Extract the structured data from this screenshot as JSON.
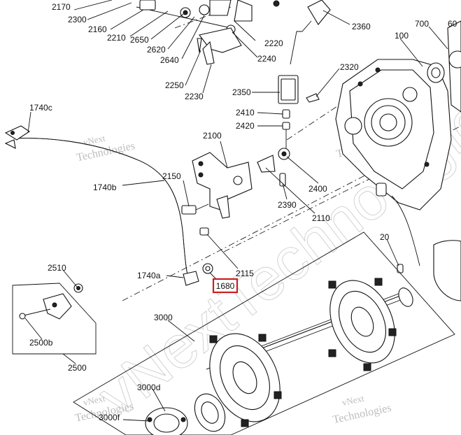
{
  "callouts": {
    "c2170": "2170",
    "c2300": "2300",
    "c2160": "2160",
    "c2210": "2210",
    "c2650": "2650",
    "c2620": "2620",
    "c2640": "2640",
    "c2220": "2220",
    "c2240": "2240",
    "c2250": "2250",
    "c2230": "2230",
    "c2360": "2360",
    "c100": "100",
    "c700": "700",
    "c600": "60",
    "c2320": "2320",
    "c2350": "2350",
    "c2410": "2410",
    "c2420": "2420",
    "c1740c": "1740c",
    "c2100": "2100",
    "c2150": "2150",
    "c1740b": "1740b",
    "c2400": "2400",
    "c2390": "2390",
    "c2110": "2110",
    "c20": "20",
    "c2510": "2510",
    "c1740a": "1740a",
    "c2115": "2115",
    "c1680": "1680",
    "c2500b": "2500b",
    "c2500": "2500",
    "c3000": "3000",
    "c3000d": "3000d",
    "c3000f": "3000f"
  },
  "highlight": {
    "part": "1680",
    "color": "#cc1f1f"
  },
  "watermark": {
    "large": "vNextTechnologies",
    "small_line1": "vNext",
    "small_line2": "Technologies"
  }
}
